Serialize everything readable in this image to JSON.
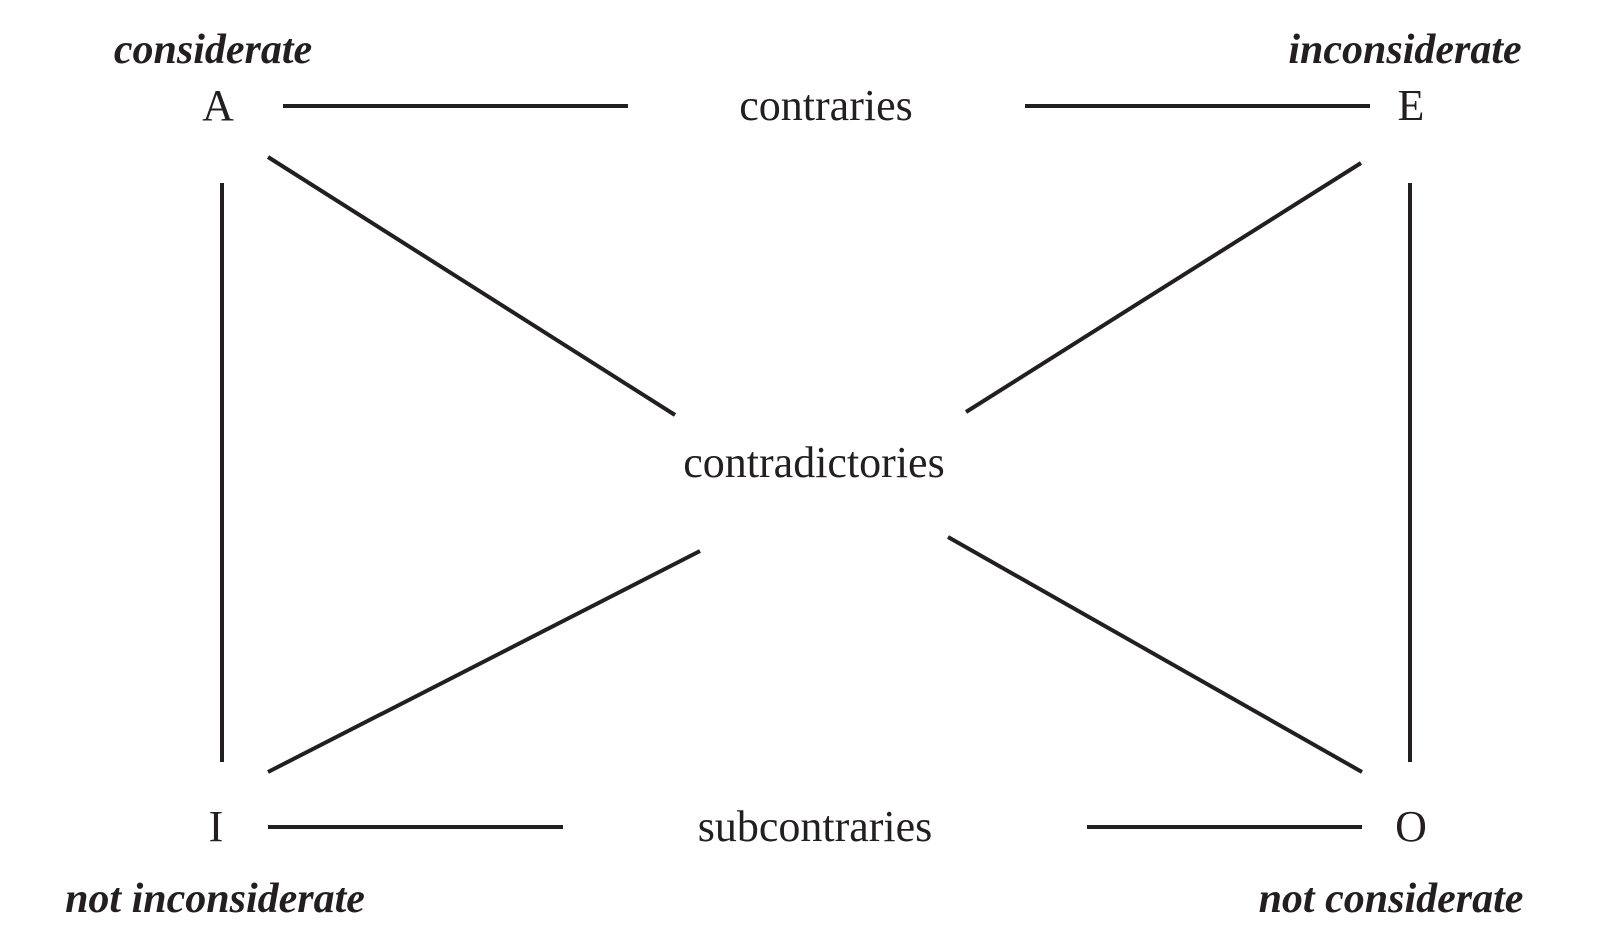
{
  "vertices": {
    "a": {
      "letter": "A",
      "term": "considerate"
    },
    "e": {
      "letter": "E",
      "term": "inconsiderate"
    },
    "i": {
      "letter": "I",
      "term": "not inconsiderate"
    },
    "o": {
      "letter": "O",
      "term": "not considerate"
    }
  },
  "relations": {
    "contraries": "contraries",
    "contradictories": "contradictories",
    "subcontraries": "subcontraries"
  },
  "colors": {
    "ink": "#231f20",
    "background": "#ffffff"
  }
}
